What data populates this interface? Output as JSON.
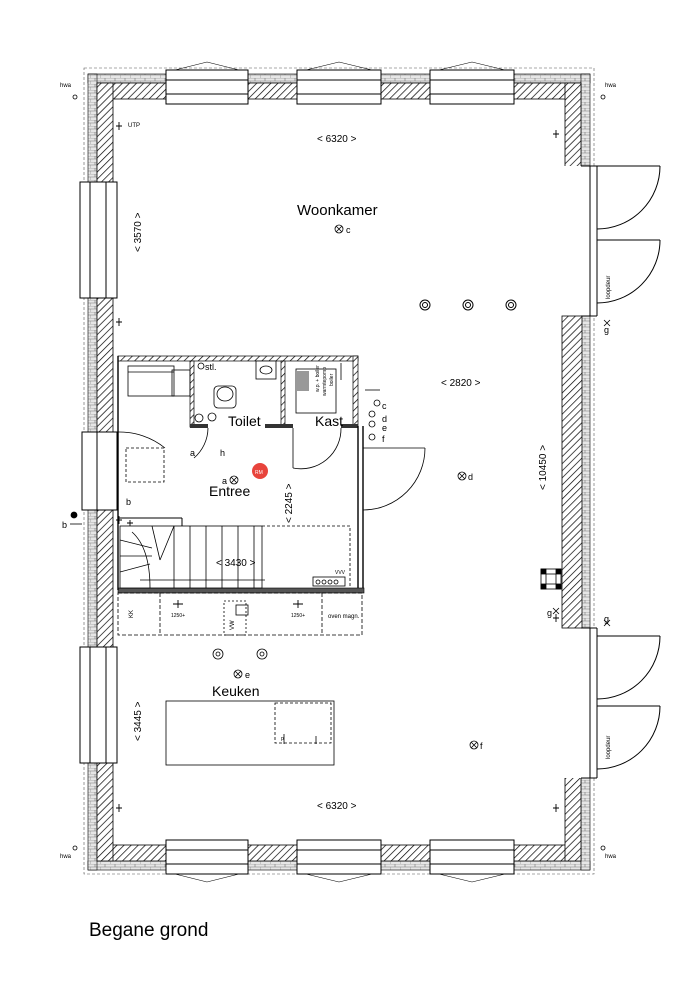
{
  "caption": "Begane grond",
  "rooms": {
    "woonkamer": "Woonkamer",
    "toilet": "Toilet",
    "kast": "Kast",
    "entree": "Entree",
    "keuken": "Keuken"
  },
  "dimensions": {
    "top_width": "< 6320 >",
    "bottom_width": "< 6320 >",
    "left_upper": "< 3570 >",
    "left_lower": "< 3445 >",
    "right_height": "< 10450 >",
    "living_mid": "< 2820 >",
    "entree_depth": "< 2245 >",
    "stair_width": "< 3430 >"
  },
  "labels": {
    "hwa_tl": "hwa",
    "hwa_tr": "hwa",
    "hwa_bl": "hwa",
    "hwa_br": "hwa",
    "utp": "UTP",
    "loopdeur_top": "loopdeur",
    "loopdeur_bottom": "loopdeur",
    "stl": "stl.",
    "rm": "RM",
    "kk": "KK",
    "oven": "oven magn.",
    "vw": "VW",
    "wp_boiler": "w.p. + boiler",
    "warmtepomp": "warmtepomp",
    "boiler": "boiler",
    "vent": "VVV",
    "counter1": "1250+",
    "counter2": "1250+",
    "c_living": "c",
    "d_living": "d",
    "e_kitchen": "e",
    "f_kitchen": "f",
    "g_upper": "g",
    "g_mid_left": "g",
    "g_mid_right": "g",
    "a_hall": "a",
    "a_entree": "a",
    "h_hall": "h",
    "b1": "b",
    "b2": "b",
    "sw_c": "c",
    "sw_d": "d",
    "sw_e": "e",
    "sw_f": "f",
    "p": "p"
  }
}
